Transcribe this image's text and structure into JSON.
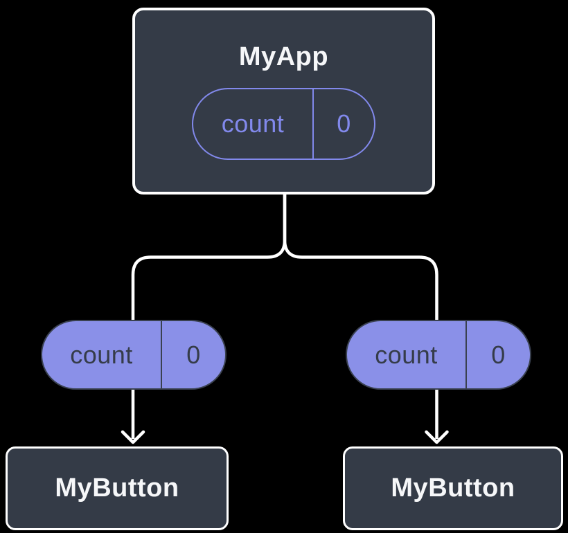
{
  "diagram": {
    "description": "component-tree-state-diagram",
    "root": {
      "title": "MyApp",
      "state": {
        "label": "count",
        "value": "0"
      }
    },
    "children": [
      {
        "title": "MyButton",
        "prop": {
          "label": "count",
          "value": "0"
        }
      },
      {
        "title": "MyButton",
        "prop": {
          "label": "count",
          "value": "0"
        }
      }
    ],
    "colors": {
      "background": "#000000",
      "node_fill": "#343B47",
      "node_border": "#FFFFFF",
      "node_text": "#F6F7F9",
      "accent_outline": "#8289EC",
      "pill_fill": "#8A90E8",
      "pill_border": "#3A4150",
      "pill_text": "#353C49",
      "connector": "#FFFFFF"
    }
  }
}
